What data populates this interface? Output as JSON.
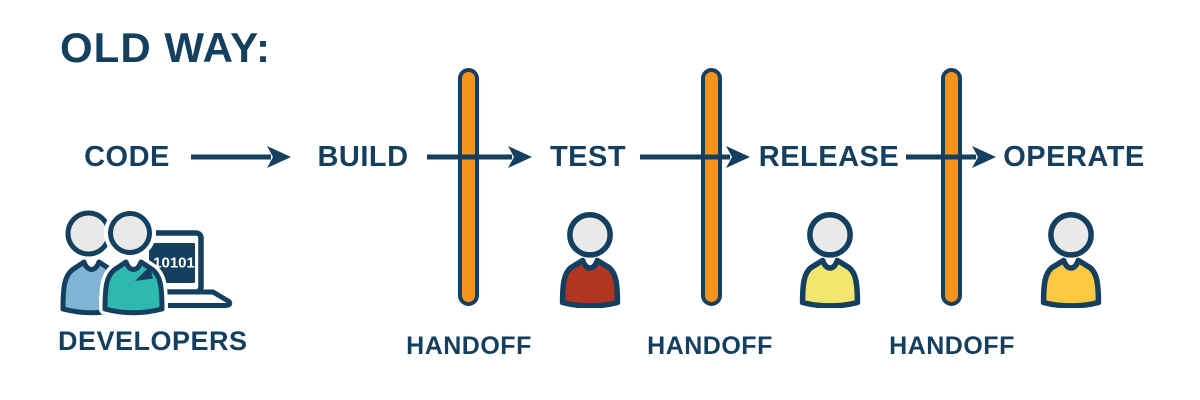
{
  "title": "OLD WAY:",
  "colors": {
    "navy": "#143F5E",
    "orange": "#F7941E",
    "head_gray": "#E9E9EA",
    "dev_left_torso": "#7FB4D4",
    "dev_right_torso": "#2FB8AF",
    "test_torso": "#B23522",
    "release_torso": "#F2E76E",
    "operate_torso": "#FBC841"
  },
  "pipeline": {
    "stages": [
      {
        "label": "CODE"
      },
      {
        "label": "BUILD"
      },
      {
        "label": "TEST"
      },
      {
        "label": "RELEASE"
      },
      {
        "label": "OPERATE"
      }
    ]
  },
  "handoffs": [
    {
      "label": "HANDOFF"
    },
    {
      "label": "HANDOFF"
    },
    {
      "label": "HANDOFF"
    }
  ],
  "developers": {
    "label": "DEVELOPERS",
    "laptop_screen_text": "10101"
  }
}
